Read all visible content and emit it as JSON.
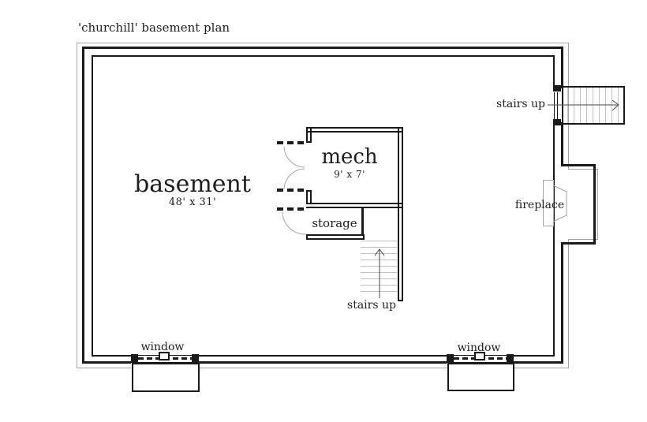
{
  "title": "'churchill' basement plan",
  "rooms": {
    "basement": {
      "name": "basement",
      "dims": "48' x 31'"
    },
    "mech": {
      "name": "mech",
      "dims": "9' x 7'"
    },
    "storage": {
      "name": "storage"
    }
  },
  "features": {
    "stairs_upper": "stairs up",
    "stairs_lower": "stairs up",
    "fireplace": "fireplace",
    "window_left": "window",
    "window_right": "window"
  },
  "colors": {
    "wall": "#1a1a1a",
    "thin_outline": "#a6a6a6",
    "stair_tread": "#c2c2c2",
    "arrow": "#4a4a4a",
    "text": "#1f1f1f"
  }
}
